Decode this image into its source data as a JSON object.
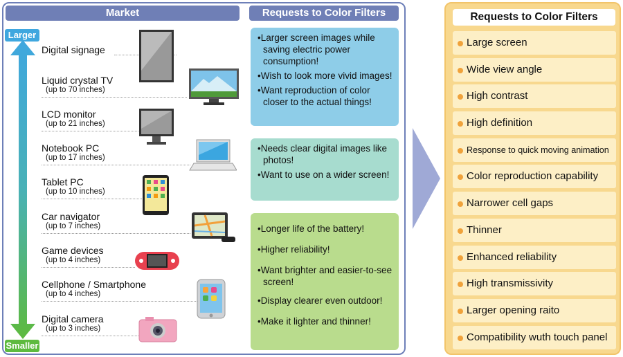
{
  "market": {
    "header": "Market",
    "larger_label": "Larger",
    "smaller_label": "Smaller",
    "devices": [
      {
        "name": "Digital signage",
        "sub": ""
      },
      {
        "name": "Liquid crystal TV",
        "sub": "(up to 70 inches)"
      },
      {
        "name": "LCD monitor",
        "sub": "(up to 21 inches)"
      },
      {
        "name": "Notebook PC",
        "sub": "(up to 17 inches)"
      },
      {
        "name": "Tablet PC",
        "sub": "(up to 10 inches)"
      },
      {
        "name": "Car navigator",
        "sub": "(up to 7 inches)"
      },
      {
        "name": "Game devices",
        "sub": "(up to 4 inches)"
      },
      {
        "name": "Cellphone / Smartphone",
        "sub": "(up to 4 inches)"
      },
      {
        "name": "Digital camera",
        "sub": "(up to 3 inches)"
      }
    ]
  },
  "requests": {
    "header": "Requests to Color Filters",
    "group1": [
      "Larger screen images while saving electric power consumption!",
      "Wish to look more vivid images!",
      "Want reproduction of color closer to the actual things!"
    ],
    "group2": [
      "Needs clear digital images like photos!",
      "Want to use on a wider screen!"
    ],
    "group3": [
      "Longer life of the battery!",
      "Higher reliability!",
      "Want brighter and easier-to-see screen!",
      "Display clearer even outdoor!",
      "Make it lighter and thinner!"
    ]
  },
  "summary": {
    "header": "Requests to Color Filters",
    "items": [
      "Large screen",
      "Wide view angle",
      "High contrast",
      "High definition",
      "Response to quick moving animation",
      "Color reproduction capability",
      "Narrower cell gaps",
      "Thinner",
      "Enhanced reliability",
      "High transmissivity",
      "Larger opening raito",
      "Compatibility wuth touch panel"
    ]
  },
  "colors": {
    "header_blue": "#6f7fb6",
    "arrow_top": "#3fa7df",
    "arrow_bottom": "#5dba3e",
    "box_blue": "#8ecde8",
    "box_teal": "#a7dccf",
    "box_green": "#b9dc8d",
    "panel_orange": "#f8d88e",
    "bullet_orange": "#f0a23b"
  }
}
